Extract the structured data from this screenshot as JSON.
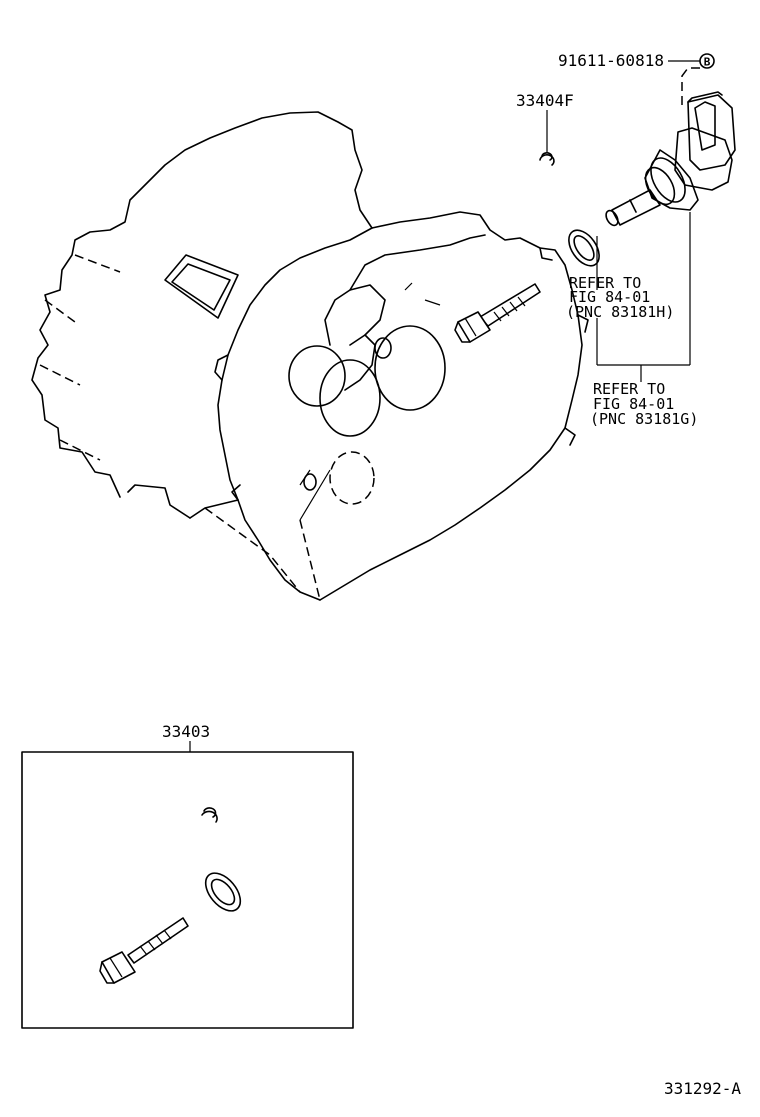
{
  "parts": {
    "bolt_part_no": "91611-60818",
    "bolt_marker": "B",
    "clip_part_no": "33404F",
    "kit_part_no": "33403",
    "illustration_no": "331292-A"
  },
  "references": [
    {
      "line1": "REFER TO",
      "line2": "FIG 84-01",
      "line3": "(PNC 83181H)"
    },
    {
      "line1": "REFER TO",
      "line2": "FIG 84-01",
      "line3": "(PNC 83181G)"
    }
  ]
}
